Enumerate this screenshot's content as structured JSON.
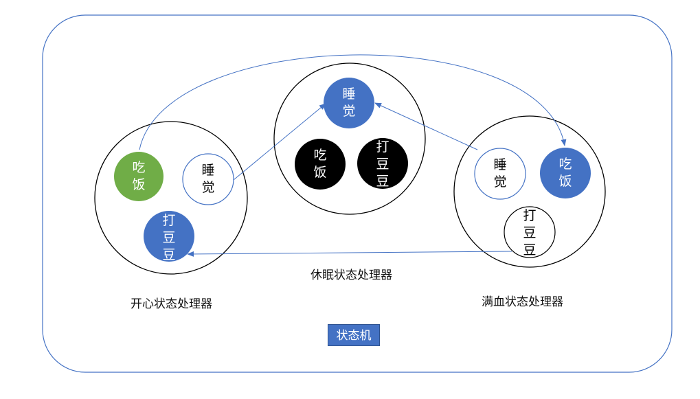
{
  "machine_label": "状态机",
  "processors": {
    "happy": {
      "label": "开心状态处理器",
      "eat": [
        "吃",
        "饭"
      ],
      "sleep": [
        "睡",
        "觉"
      ],
      "play": [
        "打",
        "豆",
        "豆"
      ]
    },
    "sleeping": {
      "label": "休眠状态处理器",
      "sleep": [
        "睡",
        "觉"
      ],
      "eat": [
        "吃",
        "饭"
      ],
      "play": [
        "打",
        "豆",
        "豆"
      ]
    },
    "full": {
      "label": "满血状态处理器",
      "sleep": [
        "睡",
        "觉"
      ],
      "eat": [
        "吃",
        "饭"
      ],
      "play": [
        "打",
        "豆",
        "豆"
      ]
    }
  },
  "colors": {
    "frame": "#4472c4",
    "blue_fill": "#4472c4",
    "green_fill": "#70ad47",
    "black_fill": "#000000",
    "arrow": "#4472c4"
  }
}
